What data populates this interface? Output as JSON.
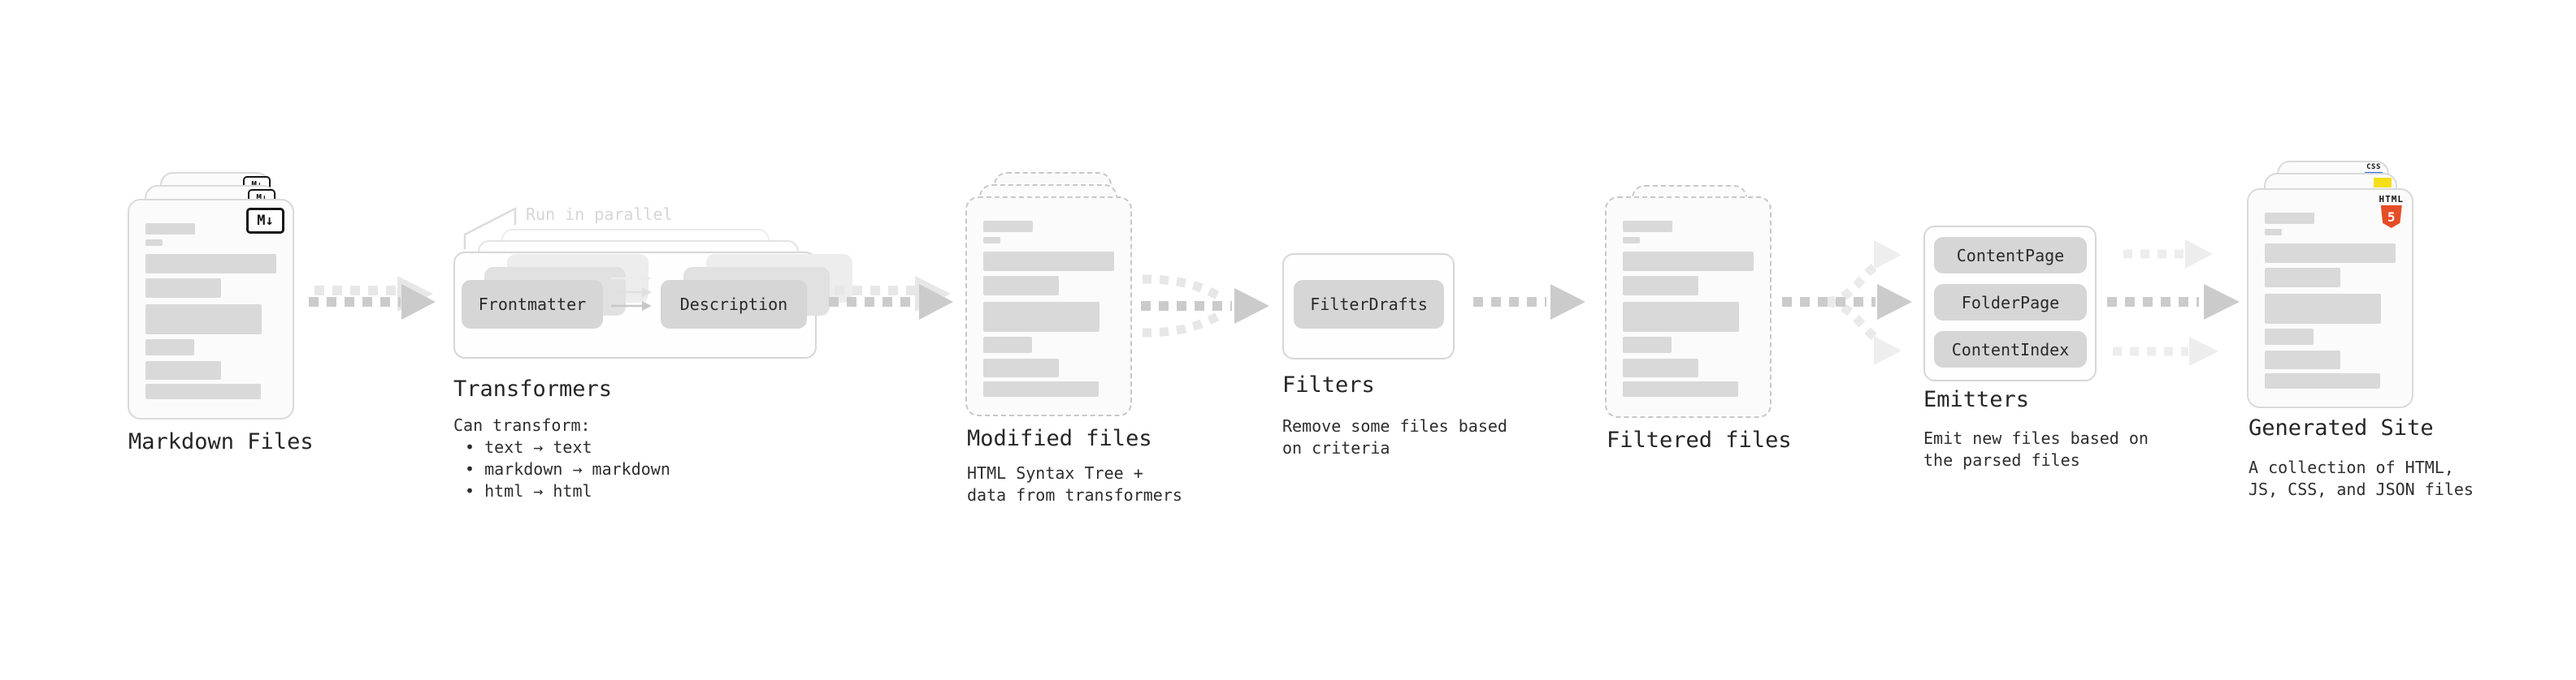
{
  "sections": {
    "markdown": {
      "label": "Markdown Files",
      "badge": "M↓"
    },
    "transformers": {
      "label": "Transformers",
      "note": "Run in parallel",
      "pill_left": "Frontmatter",
      "pill_right": "Description",
      "subtitle": "Can transform:",
      "bullets": [
        "• text → text",
        "• markdown → markdown",
        "• html → html"
      ]
    },
    "modified": {
      "label": "Modified files",
      "desc1": "HTML Syntax Tree +",
      "desc2": "data from transformers"
    },
    "filters": {
      "label": "Filters",
      "pill": "FilterDrafts",
      "desc1": "Remove some files based",
      "desc2": "on criteria"
    },
    "filtered": {
      "label": "Filtered files"
    },
    "emitters": {
      "label": "Emitters",
      "pills": [
        "ContentPage",
        "FolderPage",
        "ContentIndex"
      ],
      "desc1": "Emit new files based on",
      "desc2": "the parsed files"
    },
    "generated": {
      "label": "Generated Site",
      "desc1": "A collection of HTML,",
      "desc2": "JS, CSS, and JSON files",
      "html_badge_word": "HTML",
      "html_badge_number": "5",
      "css_badge": "CSS"
    }
  },
  "colors": {
    "html5_orange": "#e44d26",
    "js_yellow": "#f5de19",
    "css_blue": "#2760e6",
    "arrow_dark": "#cbcbcb",
    "arrow_light": "#e7e7e7"
  }
}
